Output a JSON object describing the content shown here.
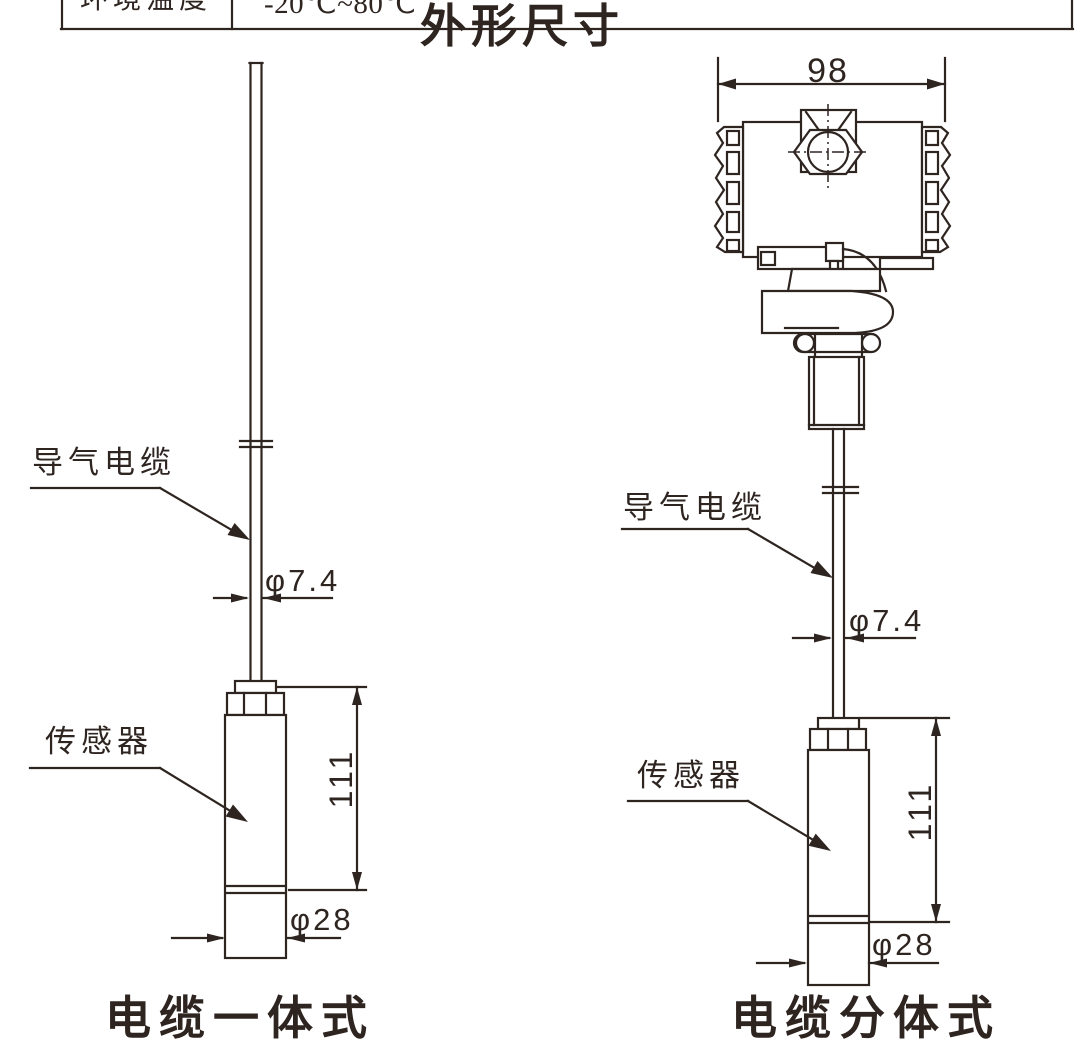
{
  "colors": {
    "line": "#2e2420",
    "background": "#ffffff"
  },
  "table": {
    "label": "环境温度",
    "value": "-20℃~80℃"
  },
  "title": "外形尺寸",
  "figures": {
    "integrated": {
      "caption": "电缆一体式",
      "cable_label": "导气电缆",
      "sensor_label": "传感器",
      "dims": {
        "cable_diameter": "φ7.4",
        "length": "111",
        "diameter": "φ28"
      }
    },
    "split": {
      "caption": "电缆分体式",
      "cable_label": "导气电缆",
      "sensor_label": "传感器",
      "dims": {
        "housing_width": "98",
        "cable_diameter": "φ7.4",
        "length": "111",
        "diameter": "φ28"
      }
    }
  }
}
